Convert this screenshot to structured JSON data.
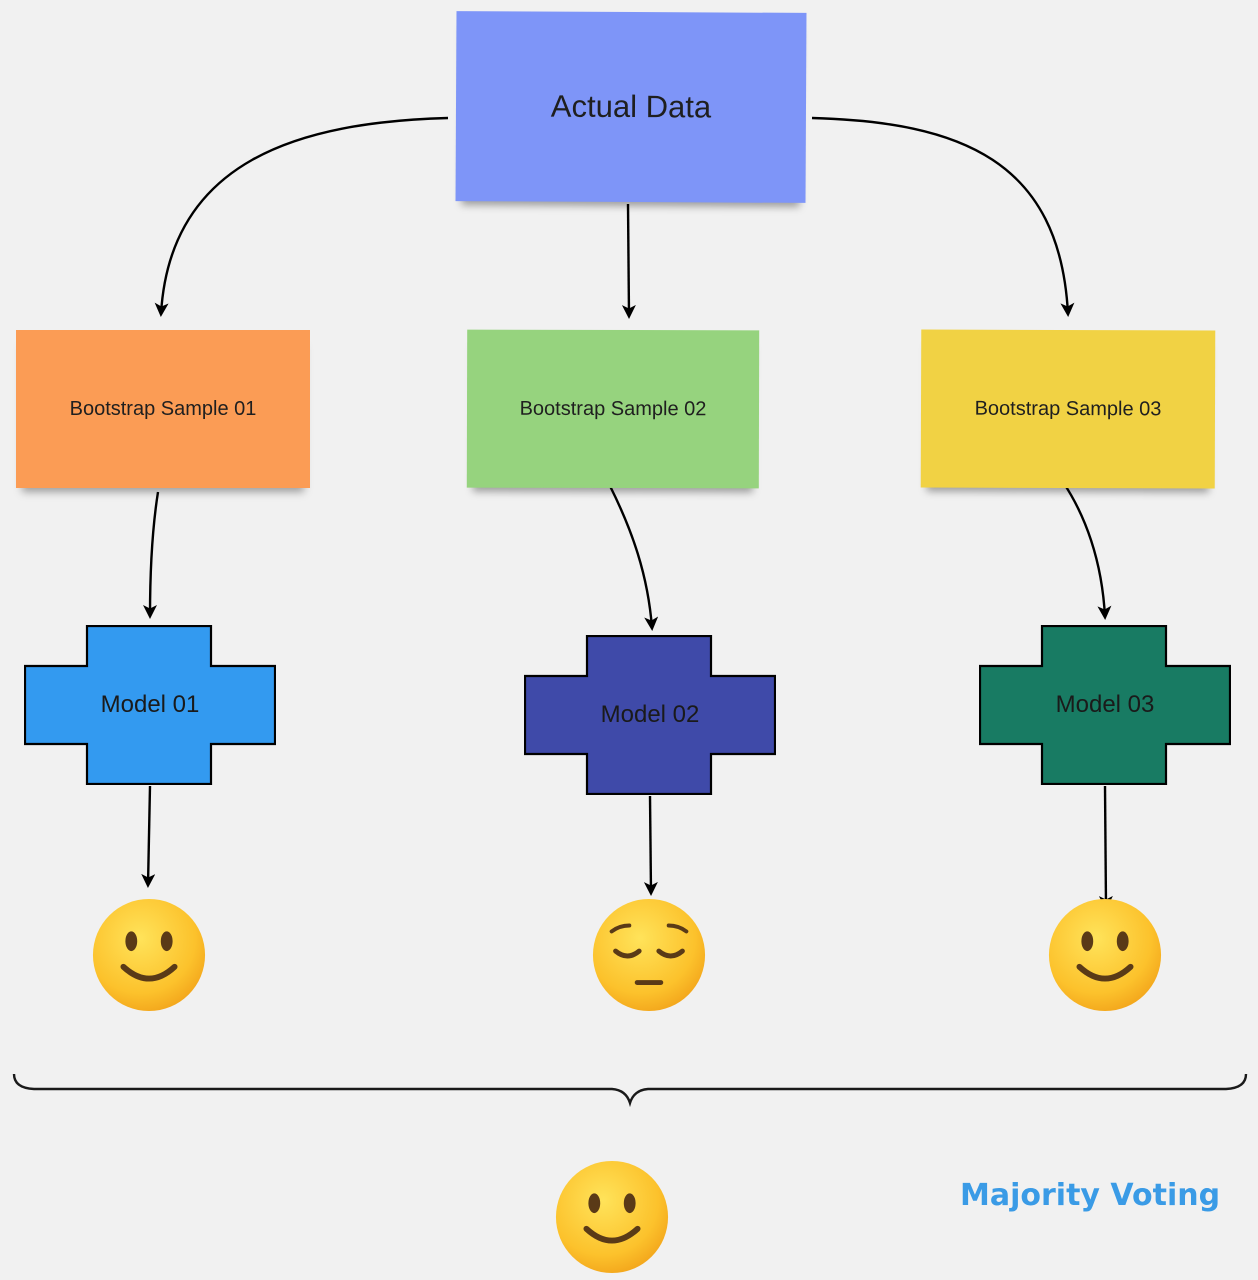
{
  "root": {
    "label": "Actual Data",
    "color": "#7e95f8"
  },
  "samples": [
    {
      "label": "Bootstrap Sample 01",
      "color": "#fb9c55"
    },
    {
      "label": "Bootstrap Sample 02",
      "color": "#96d37e"
    },
    {
      "label": "Bootstrap Sample 03",
      "color": "#f1d244"
    }
  ],
  "models": [
    {
      "label": "Model 01",
      "color": "#339af0",
      "outcome": "slightly-smiling-face"
    },
    {
      "label": "Model 02",
      "color": "#3f4aa9",
      "outcome": "pensive-face"
    },
    {
      "label": "Model 03",
      "color": "#187b63",
      "outcome": "slightly-smiling-face"
    }
  ],
  "aggregation": {
    "label": "Majority Voting",
    "label_color": "#3a9be6",
    "result": "slightly-smiling-face"
  }
}
